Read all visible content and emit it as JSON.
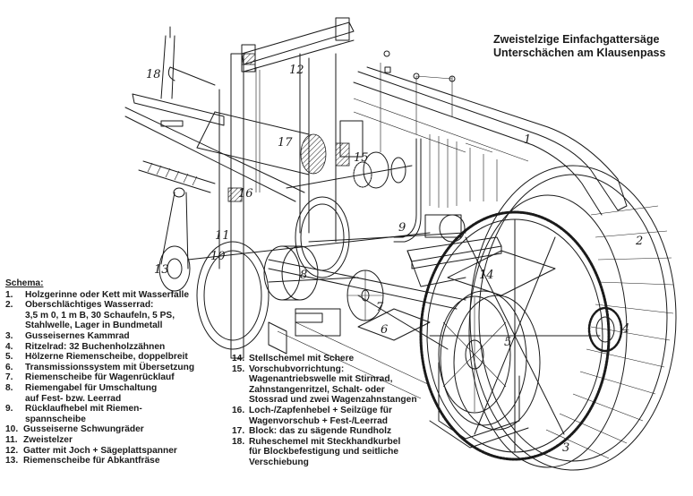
{
  "title": {
    "line1": "Zweistelzige Einfachgattersäge",
    "line2": "Unterschächen am Klausenpass"
  },
  "legend": {
    "heading": "Schema:",
    "items": [
      {
        "num": "1.",
        "lines": [
          "Holzgerinne oder Kett mit Wasserfalle"
        ]
      },
      {
        "num": "2.",
        "lines": [
          "Oberschlächtiges Wasserrad:",
          "3,5 m 0, 1 m B, 30 Schaufeln, 5 PS,",
          "Stahlwelle, Lager in Bundmetall"
        ]
      },
      {
        "num": "3.",
        "lines": [
          "Gusseisernes Kammrad"
        ]
      },
      {
        "num": "4.",
        "lines": [
          "Ritzelrad: 32 Buchenholzzähnen"
        ]
      },
      {
        "num": "5.",
        "lines": [
          "Hölzerne Riemenscheibe, doppelbreit"
        ]
      },
      {
        "num": "6.",
        "lines": [
          "Transmissionssystem mit Übersetzung"
        ]
      },
      {
        "num": "7.",
        "lines": [
          "Riemenscheibe für Wagenrücklauf"
        ]
      },
      {
        "num": "8.",
        "lines": [
          "Riemengabel für Umschaltung",
          "auf Fest- bzw. Leerrad"
        ]
      },
      {
        "num": "9.",
        "lines": [
          "Rücklaufhebel mit Riemen-",
          "spannscheibe"
        ]
      },
      {
        "num": "10.",
        "lines": [
          "Gusseiserne Schwungräder"
        ]
      },
      {
        "num": "11.",
        "lines": [
          "Zweistelzer"
        ]
      },
      {
        "num": "12.",
        "lines": [
          "Gatter mit Joch + Sägeplattspanner"
        ]
      },
      {
        "num": "13.",
        "lines": [
          "Riemenscheibe für Abkantfräse"
        ]
      },
      {
        "num": "14.",
        "lines": [
          "Stellschemel mit Schere"
        ]
      },
      {
        "num": "15.",
        "lines": [
          "Vorschubvorrichtung:",
          "Wagenantriebswelle mit Stirnrad,",
          "Zahnstangenritzel, Schalt- oder",
          "Stossrad und zwei Wagenzahnstangen"
        ]
      },
      {
        "num": "16.",
        "lines": [
          "Loch-/Zapfenhebel + Seilzüge für",
          "Wagenvorschub + Fest-/Leerrad"
        ]
      },
      {
        "num": "17.",
        "lines": [
          "Block: das zu sägende Rundholz"
        ]
      },
      {
        "num": "18.",
        "lines": [
          "Ruheschemel mit Steckhandkurbel",
          "für Blockbefestigung und seitliche",
          "Verschiebung"
        ]
      }
    ]
  },
  "callouts": [
    "1",
    "2",
    "3",
    "4",
    "5",
    "6",
    "7",
    "8",
    "9",
    "10",
    "11",
    "12",
    "13",
    "14",
    "15",
    "16",
    "17",
    "18"
  ]
}
